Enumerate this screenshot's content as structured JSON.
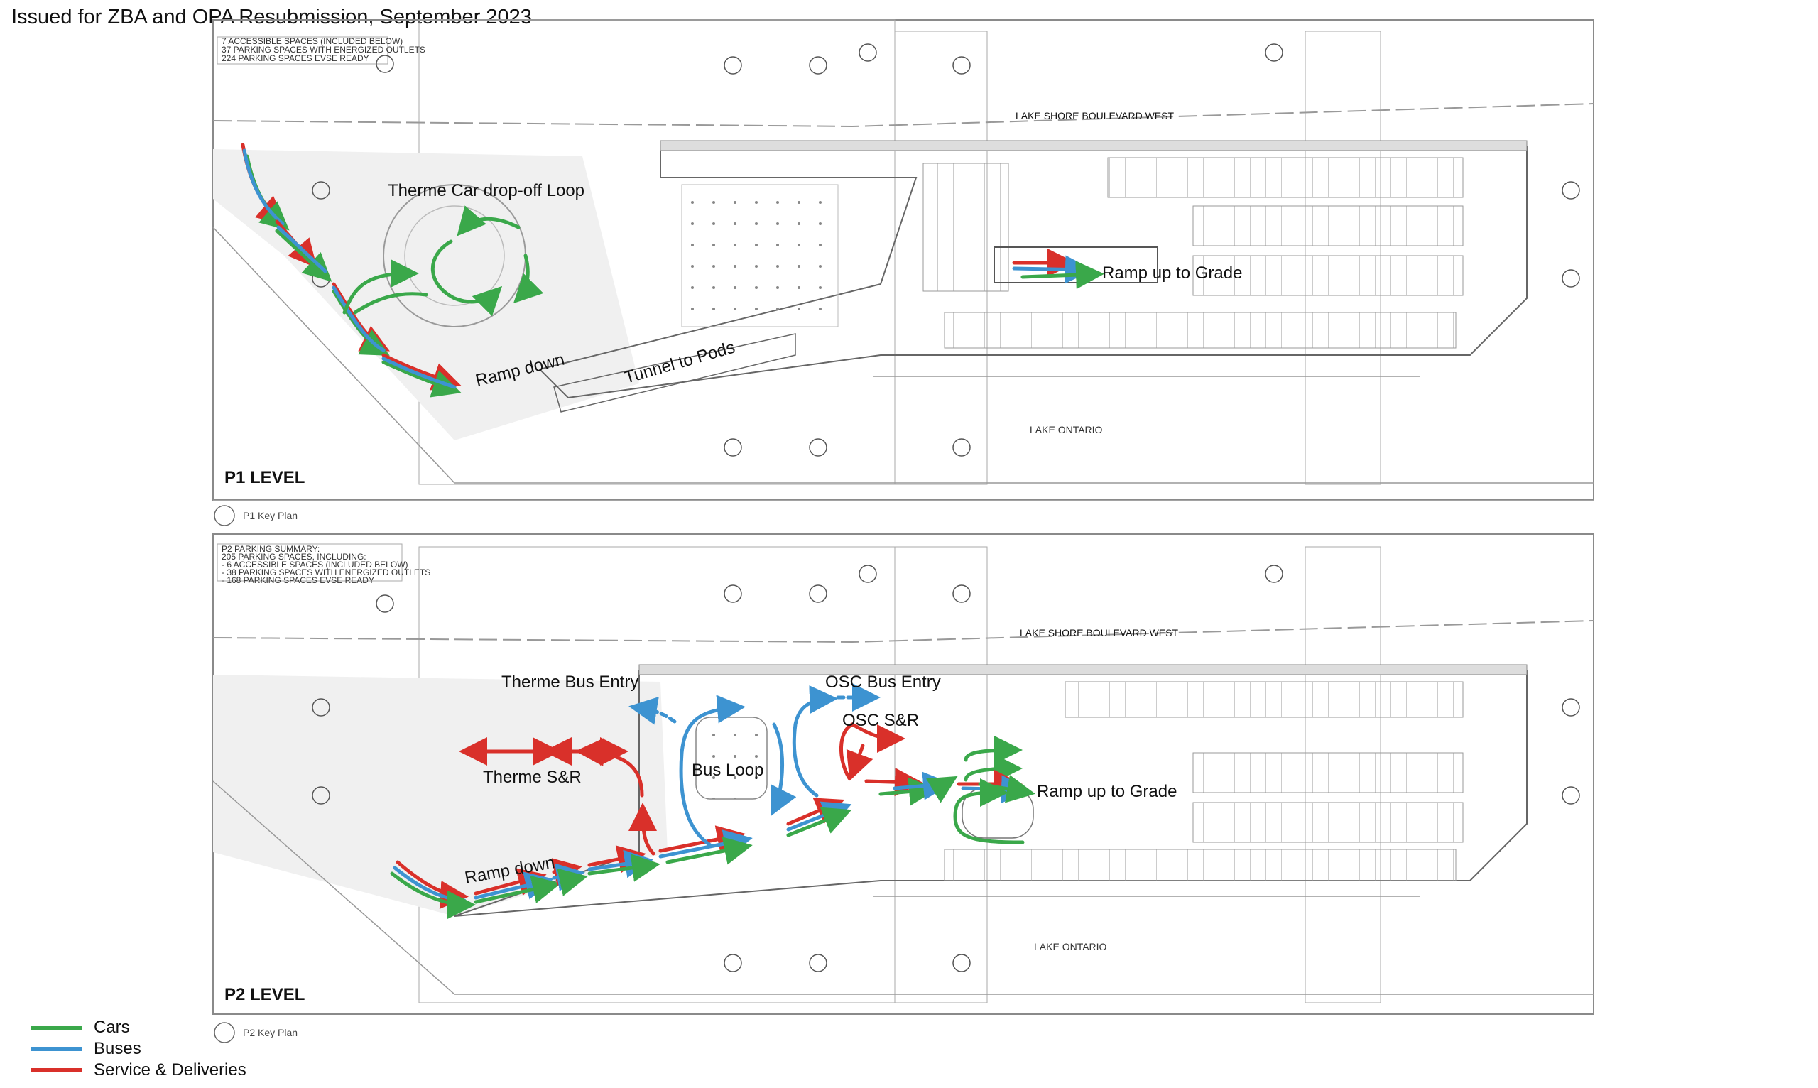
{
  "header": {
    "title": "Issued for ZBA and OPA Resubmission, September 2023"
  },
  "colors": {
    "cars": "#3aa84a",
    "buses": "#3d93d1",
    "service": "#d9302a",
    "linework": "#777777"
  },
  "p1": {
    "level_label": "P1 LEVEL",
    "key_plan": "P1 Key Plan",
    "road_label": "LAKE SHORE BOULEVARD WEST",
    "lake_label": "LAKE ONTARIO",
    "summary_lines": [
      "7 ACCESSIBLE SPACES (INCLUDED BELOW)",
      "37 PARKING SPACES WITH ENERGIZED OUTLETS",
      "224 PARKING SPACES EVSE READY"
    ],
    "annotations": {
      "dropoff": "Therme Car drop-off Loop",
      "ramp_up": "Ramp up to Grade",
      "ramp_down": "Ramp down",
      "tunnel": "Tunnel to Pods"
    }
  },
  "p2": {
    "level_label": "P2 LEVEL",
    "key_plan": "P2 Key Plan",
    "road_label": "LAKE SHORE BOULEVARD WEST",
    "lake_label": "LAKE ONTARIO",
    "summary_title": "P2 PARKING SUMMARY:",
    "summary_lines": [
      "205 PARKING SPACES, INCLUDING:",
      "- 6 ACCESSIBLE SPACES (INCLUDED BELOW)",
      "- 38 PARKING SPACES WITH ENERGIZED OUTLETS",
      "- 168 PARKING SPACES EVSE READY"
    ],
    "annotations": {
      "therme_bus_entry": "Therme Bus Entry",
      "osc_bus_entry": "OSC Bus Entry",
      "osc_sr": "OSC S&R",
      "therme_sr": "Therme S&R",
      "bus_loop": "Bus Loop",
      "ramp_up": "Ramp up to Grade",
      "ramp_down": "Ramp down"
    }
  },
  "legend": [
    {
      "label": "Cars",
      "color": "#3aa84a"
    },
    {
      "label": "Buses",
      "color": "#3d93d1"
    },
    {
      "label": "Service & Deliveries",
      "color": "#d9302a"
    }
  ]
}
